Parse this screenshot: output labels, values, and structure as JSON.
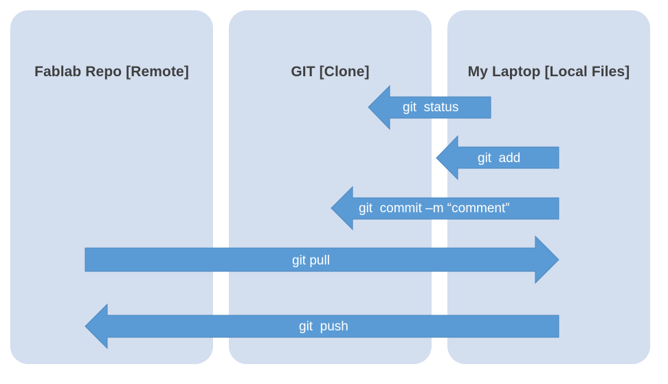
{
  "columns": [
    {
      "title": "Fablab Repo [Remote]"
    },
    {
      "title": "GIT [Clone]"
    },
    {
      "title": "My Laptop [Local Files]"
    }
  ],
  "commands": [
    {
      "label": "git  status",
      "direction": "left"
    },
    {
      "label": "git  add",
      "direction": "left"
    },
    {
      "label": "git  commit –m “comment”",
      "direction": "left"
    },
    {
      "label": "git pull",
      "direction": "right"
    },
    {
      "label": "git  push",
      "direction": "left"
    }
  ],
  "colors": {
    "panel": "#d3deef",
    "arrow": "#5b9bd5",
    "title_text": "#3f3f3f",
    "arrow_text": "#ffffff"
  }
}
